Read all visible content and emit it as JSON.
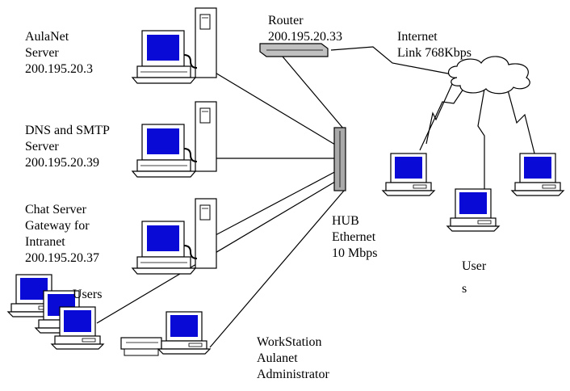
{
  "labels": {
    "aulanet": [
      "AulaNet",
      "Server",
      "200.195.20.3"
    ],
    "dns": [
      "DNS and SMTP",
      "Server",
      "200.195.20.39"
    ],
    "chat": [
      "Chat Server",
      "Gateway for",
      "Intranet",
      "200.195.20.37"
    ],
    "users_left": "Users",
    "router": [
      "Router",
      "200.195.20.33"
    ],
    "internet": [
      "Internet",
      "Link 768Kbps"
    ],
    "hub": [
      "HUB",
      "Ethernet",
      "10 Mbps"
    ],
    "users_right": [
      "User",
      "s"
    ],
    "workstation": [
      "WorkStation",
      "Aulanet",
      "Administrator"
    ]
  },
  "colors": {
    "screen": "#0a0ad6",
    "device": "#ffffff",
    "stroke": "#000000",
    "hub": "#a9a9a9",
    "router": "#c0c0c0"
  }
}
